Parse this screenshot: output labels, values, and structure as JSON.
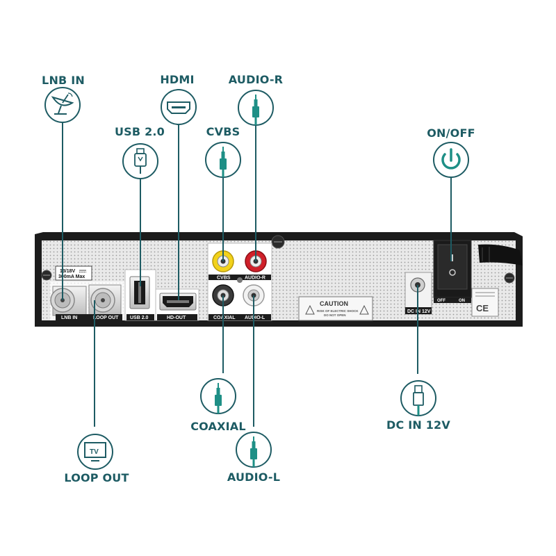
{
  "callouts": {
    "lnb_in": "LNB IN",
    "hdmi": "HDMI",
    "audio_r": "AUDIO-R",
    "usb": "USB 2.0",
    "cvbs": "CVBS",
    "on_off": "ON/OFF",
    "coaxial": "COAXIAL",
    "dc_in": "DC IN 12V",
    "loop_out": "LOOP OUT",
    "audio_l": "AUDIO-L"
  },
  "panel": {
    "lnb_spec_1": "13/18V",
    "lnb_spec_2": "300mA Max",
    "lnb_in": "LNB IN",
    "loop_out": "LOOP OUT",
    "usb": "USB 2.0",
    "hd_out": "HD-OUT",
    "cvbs": "CVBS",
    "audio_r": "AUDIO-R",
    "coaxial": "COAXIAL",
    "audio_l": "AUDIO-L",
    "caution_title": "CAUTION",
    "caution_line1": "RISK OF ELECTRIC SHOCK",
    "caution_line2": "DO NOT OPEN",
    "dc_label": "DC IN 12V",
    "switch_off": "OFF",
    "switch_on": "ON",
    "ce_mark": "CE",
    "tv_icon_text": "TV"
  },
  "colors": {
    "accent": "#1d5b63",
    "jack_teal": "#1e8f86",
    "panel_bg": "#e9e9e9",
    "case_black": "#1c1c1c",
    "rca_yellow": "#f2d21b",
    "rca_red": "#d0202a"
  }
}
